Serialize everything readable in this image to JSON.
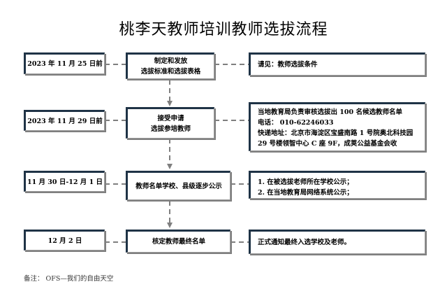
{
  "title": "桃李天教师培训教师选拔流程",
  "rows": [
    {
      "date": "2023 年 11 月 25 日前",
      "step": [
        "制定和发放",
        "选拔标准和选拔表格"
      ],
      "detail": [
        "请见：教师选拔条件"
      ]
    },
    {
      "date": "2023 年 11 月 29 日前",
      "step": [
        "接受申请",
        "选拔参培教师"
      ],
      "detail": [
        "当地教育局负责审核选拔出 100 名候选教师名单",
        "电话：  010-62246033",
        "快递地址：北京市海淀区宝盛南路 1 号院奥北科技园",
        "29 号楼领智中心 C 座 9F，成荚公益基金会收"
      ]
    },
    {
      "date": "11 月 30 日-12 月 1 日",
      "step": [
        "教师名单学校、县级逐步公示"
      ],
      "detail": [
        "1. 在被选拔老师所在学校公示；",
        "2. 在当地教育局网络系统公示；"
      ]
    },
    {
      "date": "12 月 2 日",
      "step": [
        "核定教师最终名单"
      ],
      "detail": [
        "正式通知最终入选学校及老师。"
      ]
    }
  ],
  "note": "备注：  OFS—我们的自由天空"
}
